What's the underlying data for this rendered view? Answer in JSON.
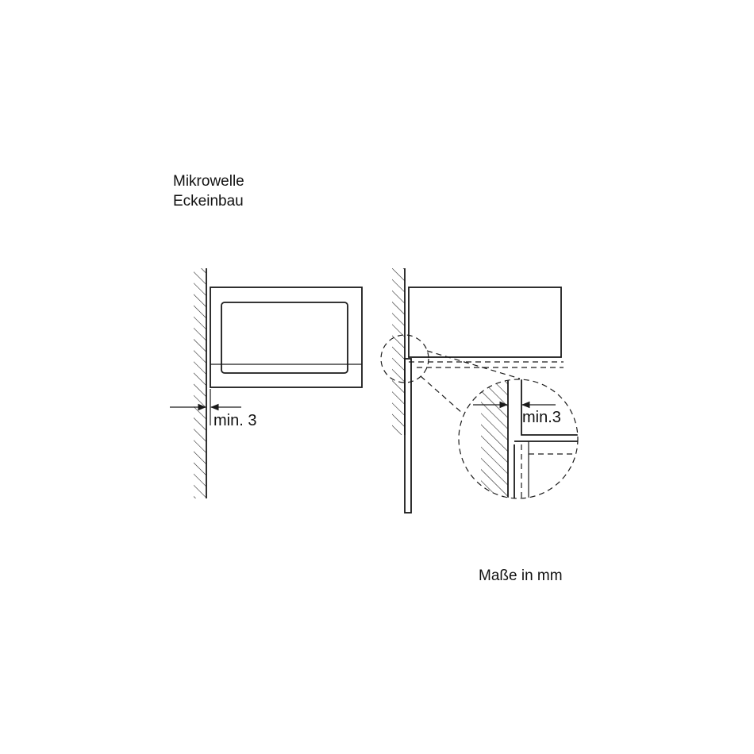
{
  "title": {
    "line1": "Mikrowelle",
    "line2": "Eckeinbau"
  },
  "left_view": {
    "dimension_label": "min. 3"
  },
  "right_view": {
    "detail_dimension_label": "min.3"
  },
  "footer": {
    "units_label": "Maße in mm"
  },
  "colors": {
    "line": "#1a1a1a",
    "background": "#ffffff"
  }
}
